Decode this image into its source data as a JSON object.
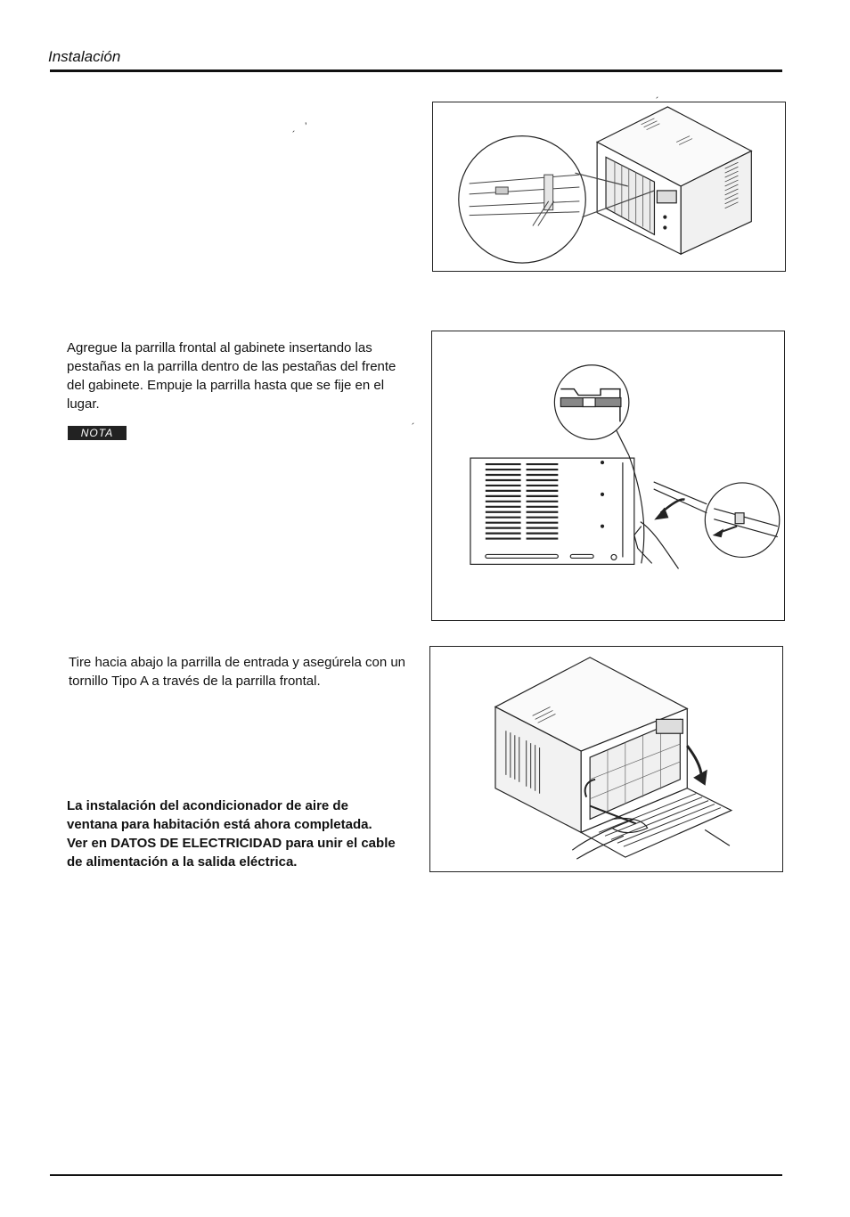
{
  "header": {
    "title": "Instalación"
  },
  "section2": {
    "text": "Agregue la parrilla frontal al gabinete insertando las pestañas en la parrilla dentro de las pestañas del frente del gabinete. Empuje la parrilla hasta que se fije en el lugar.",
    "note_label": "NOTA"
  },
  "section3": {
    "text": "Tire hacia abajo la parrilla de entrada y asegúrela con un tornillo Tipo A  a través de la parrilla frontal."
  },
  "completion": {
    "text": "La instalación del acondicionador de aire de ventana para habitación está  ahora completada. Ver en DATOS DE ELECTRICIDAD para unir el cable de alimentación a la salida eléctrica."
  },
  "figures": {
    "fig1": "unit-with-detail-circle",
    "fig2": "front-grille-attachment",
    "fig3": "inlet-grille-screw"
  },
  "stray_marks": [
    "´",
    "’",
    "´",
    "´"
  ]
}
